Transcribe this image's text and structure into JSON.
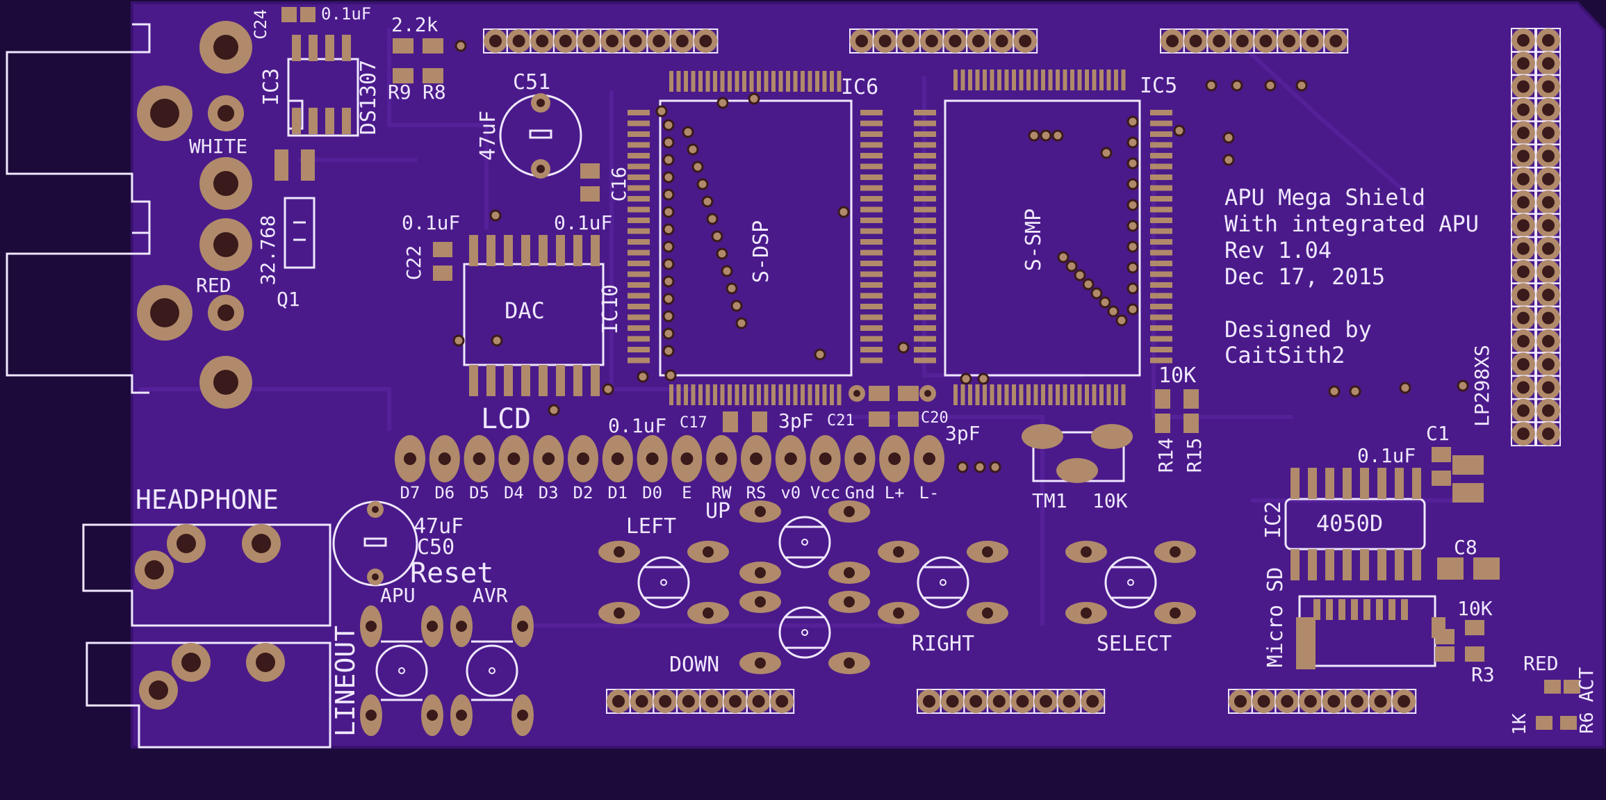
{
  "colors": {
    "background": "#1c0a3a",
    "board": "#4a1a8a",
    "board_edge": "#3a1270",
    "pad": "#b08a6a",
    "pad_hole": "#3a1a1a",
    "silkscreen": "#f0e8ff"
  },
  "board_text": {
    "title_line1": "APU Mega Shield",
    "title_line2": "With integrated APU",
    "title_line3": "Rev 1.04",
    "title_line4": "Dec 17, 2015",
    "designer_line1": "Designed by",
    "designer_line2": "CaitSith2"
  },
  "jacks": {
    "white": "WHITE",
    "red": "RED",
    "headphone": "HEADPHONE",
    "lineout": "LINEOUT"
  },
  "chips": {
    "ic3": "IC3",
    "ds1307": "DS1307",
    "dac": "DAC",
    "ic10": "IC10",
    "ic6": "IC6",
    "sdsp": "S-DSP",
    "ic5": "IC5",
    "ssmp": "S-SMP",
    "ic2": "IC2",
    "cd4050": "4050D",
    "lp298": "LP298XS",
    "tm1": "TM1",
    "micro_sd": "Micro SD",
    "q1": "Q1",
    "crystal": "32.768"
  },
  "components": {
    "c24": "C24",
    "c24_val": "0.1uF",
    "r9": "R9",
    "r8": "R8",
    "r_val_2k2": "2.2k",
    "c51": "C51",
    "c51_val": "47uF",
    "c16": "C16",
    "c16_val": "0.1uF",
    "c22": "C22",
    "c22_val": "0.1uF",
    "c17": "C17",
    "c17_val": "0.1uF",
    "c21": "C21",
    "c21_val": "3pF",
    "c20": "C20",
    "c20_val": "3pF",
    "r14": "R14",
    "r15": "R15",
    "r_val_10k": "10K",
    "tm1_val": "10K",
    "c1": "C1",
    "c1_val": "0.1uF",
    "c8": "C8",
    "r3": "R3",
    "r3_val": "10K",
    "c50": "C50",
    "c50_val": "47uF",
    "r6": "R6",
    "r6_val": "1K",
    "led_red": "RED",
    "led_act": "ACT"
  },
  "lcd": {
    "label": "LCD",
    "pins": [
      "D7",
      "D6",
      "D5",
      "D4",
      "D3",
      "D2",
      "D1",
      "D0",
      "E",
      "RW",
      "RS",
      "v0",
      "Vcc",
      "Gnd",
      "L+",
      "L-"
    ]
  },
  "buttons": {
    "reset": "Reset",
    "apu": "APU",
    "avr": "AVR",
    "left": "LEFT",
    "up": "UP",
    "down": "DOWN",
    "right": "RIGHT",
    "select": "SELECT"
  }
}
